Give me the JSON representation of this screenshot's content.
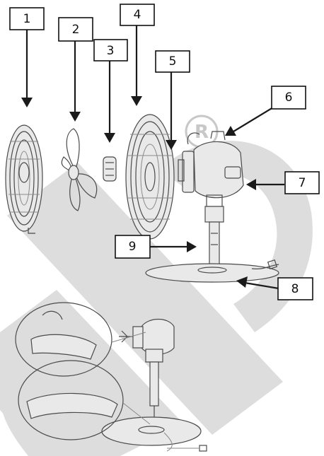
{
  "labels": [
    "1",
    "2",
    "3",
    "4",
    "5",
    "6",
    "7",
    "8",
    "9"
  ],
  "watermark_mark": "R",
  "colors": {
    "line": "#1a1a1a",
    "watermark": "#dddddd",
    "background": "#ffffff"
  }
}
